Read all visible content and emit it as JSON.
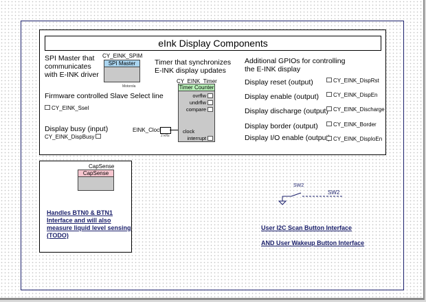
{
  "title": "eInk Display Components",
  "spi": {
    "desc": [
      "SPI Master that",
      "communicates",
      "with E-INK driver"
    ],
    "instance": "CY_EINK_SPIM",
    "component": "SPI Master",
    "vendor": "Motorola"
  },
  "slave_select": {
    "desc": "Firmware controlled Slave Select line",
    "pin": "CY_EINK_Ssel"
  },
  "busy": {
    "desc": "Display busy (input)",
    "pin": "CY_EINK_DispBusy"
  },
  "timer": {
    "desc": [
      "Timer that synchronizes",
      "E-INK display updates"
    ],
    "instance": "CY_EINK_Timer",
    "component": "Timer Counter",
    "pins": [
      "ovrflw",
      "undrflw",
      "compare"
    ],
    "clock_pin": "clock",
    "interrupt_pin": "interrupt",
    "clock_source": "EINK_Clock",
    "clock_freq": "2 kHz"
  },
  "gpios": {
    "desc": [
      "Additional GPIOs for controlling",
      "the E-INK display"
    ],
    "items": [
      {
        "label": "Display reset (output)",
        "pin": "CY_EINK_DispRst"
      },
      {
        "label": "Display enable (output)",
        "pin": "CY_EINK_DispEn"
      },
      {
        "label": "Display discharge (output)",
        "pin": "CY_EINK_Discharge"
      },
      {
        "label": "Display border (output)",
        "pin": "CY_EINK_Border"
      },
      {
        "label": "Display I/O enable (output)",
        "pin": "CY_EINK_DispIoEn"
      }
    ]
  },
  "capsense": {
    "instance": "CapSense",
    "component": "CapSense",
    "desc": [
      "Handles BTN0 & BTN1",
      "Interface and will also",
      "measure liquid level sensing",
      "(TODO)"
    ]
  },
  "switch": {
    "symbol_label": "SW2",
    "net_label": "SW2",
    "line1": "User I2C Scan Button Interface",
    "line2": "AND User Wakeup Button Interface"
  },
  "colors": {
    "frame": "#1a1f6b",
    "spi_bar": "#a9d4ef",
    "timer_bar": "#b8f0b8",
    "capsense_bar": "#f6c6cf",
    "component_body": "#c9c9c9"
  }
}
